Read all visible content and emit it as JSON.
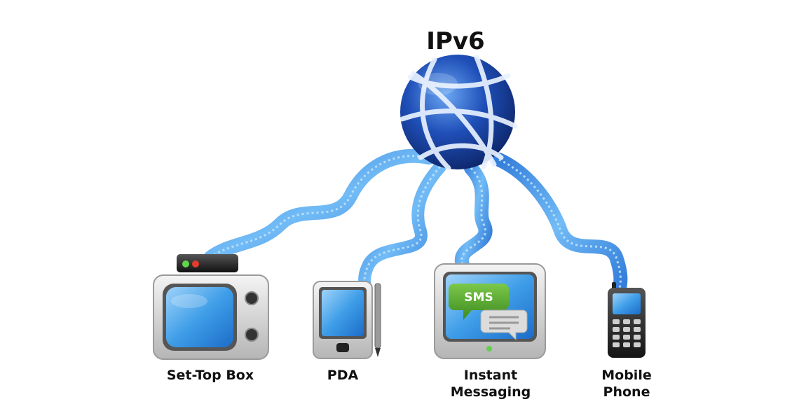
{
  "title": "IPv6",
  "sms_label": "SMS",
  "devices": [
    {
      "id": "set-top-box",
      "lines": [
        "Set-Top Box"
      ]
    },
    {
      "id": "pda",
      "lines": [
        "PDA"
      ]
    },
    {
      "id": "instant-messaging",
      "lines": [
        "Instant",
        "Messaging"
      ]
    },
    {
      "id": "mobile-phone",
      "lines": [
        "Mobile",
        "Phone"
      ]
    }
  ],
  "colors": {
    "globe": "#1f4fb8",
    "globe_dark": "#0c2a78",
    "ribbon": "#2a8ee8",
    "screen": "#3f9ee8",
    "sms_bubble": "#5aa832",
    "device_body": "#d8d8d8"
  }
}
